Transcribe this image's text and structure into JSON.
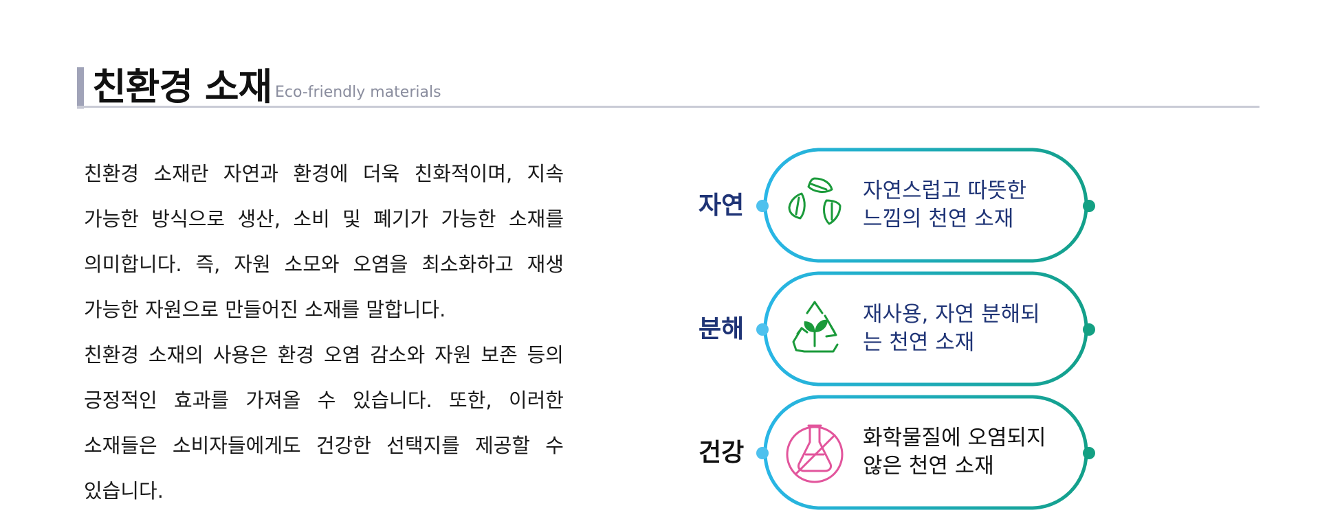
{
  "header": {
    "title": "친환경 소재",
    "subtitle": "Eco-friendly materials"
  },
  "body": {
    "paragraphs": [
      "친환경 소재란 자연과 환경에 더욱 친화적이며, 지속 가능한 방식으로 생산, 소비 및 폐기가 가능한 소재를 의미합니다. 즉, 자원 소모와 오염을 최소화하고 재생 가능한 자원으로 만들어진 소재를 말합니다.",
      "친환경 소재의 사용은 환경 오염 감소와 자원 보존 등의 긍정적인 효과를 가져올 수 있습니다. 또한, 이러한 소재들은 소비자들에게도 건강한 선택지를 제공할 수 있습니다."
    ]
  },
  "features": [
    {
      "label": "자연",
      "icon": "leaves-icon",
      "line1": "자연스럽고 따뜻한",
      "line2": "느낌의 천연 소재",
      "label_color": "#1f3476",
      "text_color": "#1f3476",
      "icon_color": "#1a9a3a"
    },
    {
      "label": "분해",
      "icon": "recycle-plant-icon",
      "line1": "재사용, 자연 분해되",
      "line2": "는 천연 소재",
      "label_color": "#1f3476",
      "text_color": "#1f3476",
      "icon_color": "#1a9a3a"
    },
    {
      "label": "건강",
      "icon": "no-chemical-flask-icon",
      "line1": "화학물질에 오염되지",
      "line2": "않은 천연 소재",
      "label_color": "#111111",
      "text_color": "#111111",
      "icon_color": "#e2559c"
    }
  ],
  "colors": {
    "pill_gradient_start": "#29b6e6",
    "pill_gradient_end": "#13a08a",
    "left_dot": "#4ec1ee",
    "right_dot": "#14a083"
  }
}
